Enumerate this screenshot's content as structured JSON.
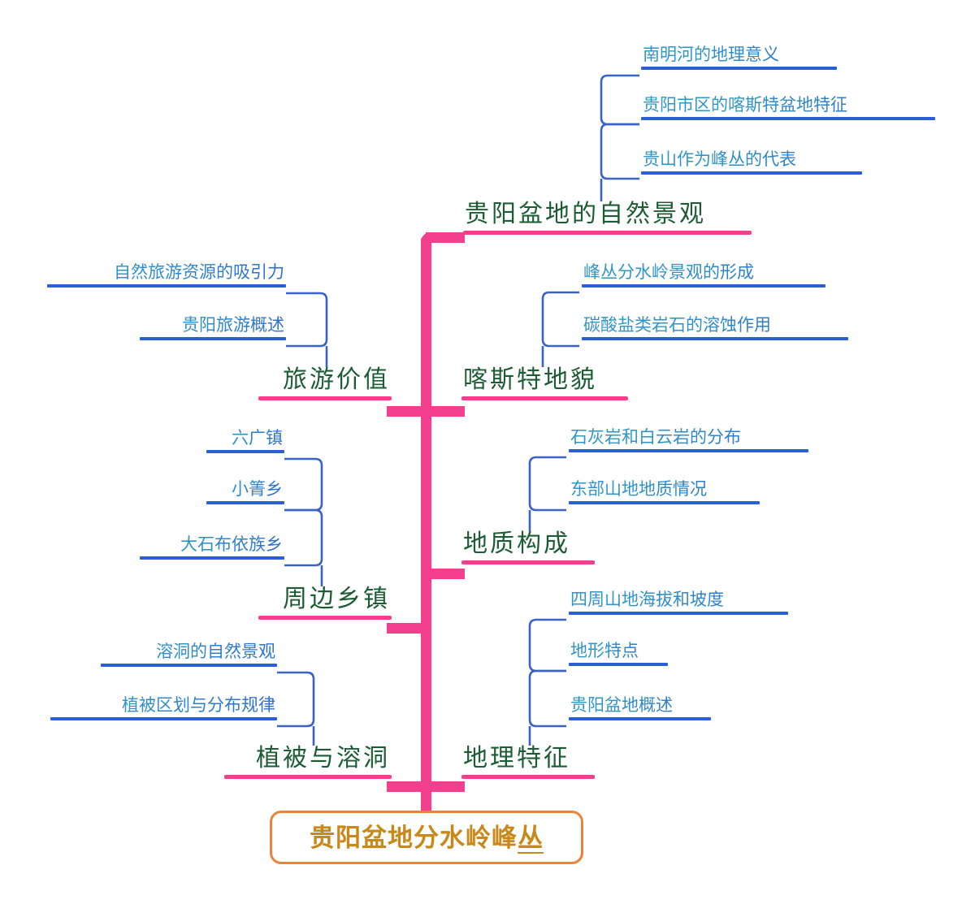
{
  "diagram": {
    "type": "mind-map",
    "title": "贵阳盆地分水岭峰丛",
    "colors": {
      "root_text": "#C8891A",
      "root_border": "#E8843B",
      "branch_text": "#1C5C33",
      "branch_rule": "#F43F8E",
      "spine": "#F43F8E",
      "leaf_text_start": "#2E95C6",
      "leaf_text_end": "#2C6CCE",
      "leaf_rule": "#2B5FD6",
      "leaf_connector": "#3A62C8",
      "background": "#FFFFFF"
    }
  },
  "root": {
    "label": "贵阳盆地分水岭峰丛",
    "label_main": "贵阳盆地分水岭峰",
    "label_underlined": "丛"
  },
  "branches": [
    {
      "id": "natural-landscape",
      "label": "贵阳盆地的自然景观",
      "side": "right",
      "leaves": [
        {
          "label": "南明河的地理意义"
        },
        {
          "label": "贵阳市区的喀斯特盆地特征"
        },
        {
          "label": "贵山作为峰丛的代表",
          "underlined": "丛"
        }
      ]
    },
    {
      "id": "tourism-value",
      "label": "旅游价值",
      "side": "left",
      "leaves": [
        {
          "label": "自然旅游资源的吸引力"
        },
        {
          "label": "贵阳旅游概述"
        }
      ]
    },
    {
      "id": "karst-landform",
      "label": "喀斯特地貌",
      "side": "right",
      "leaves": [
        {
          "label": "峰丛分水岭景观的形成",
          "underlined": "丛"
        },
        {
          "label": "碳酸盐类岩石的溶蚀作用"
        }
      ]
    },
    {
      "id": "nearby-townships",
      "label": "周边乡镇",
      "side": "left",
      "leaves": [
        {
          "label": "六广镇"
        },
        {
          "label": "小箐乡"
        },
        {
          "label": "大石布依族乡"
        }
      ]
    },
    {
      "id": "geological-composition",
      "label": "地质构成",
      "side": "right",
      "leaves": [
        {
          "label": "石灰岩和白云岩的分布"
        },
        {
          "label": "东部山地地质情况"
        }
      ]
    },
    {
      "id": "vegetation-caves",
      "label": "植被与溶洞",
      "side": "left",
      "leaves": [
        {
          "label": "溶洞的自然景观"
        },
        {
          "label": "植被区划与分布规律"
        }
      ]
    },
    {
      "id": "geographic-features",
      "label": "地理特征",
      "side": "right",
      "leaves": [
        {
          "label": "四周山地海拔和坡度"
        },
        {
          "label": "地形特点"
        },
        {
          "label": "贵阳盆地概述"
        }
      ]
    }
  ]
}
